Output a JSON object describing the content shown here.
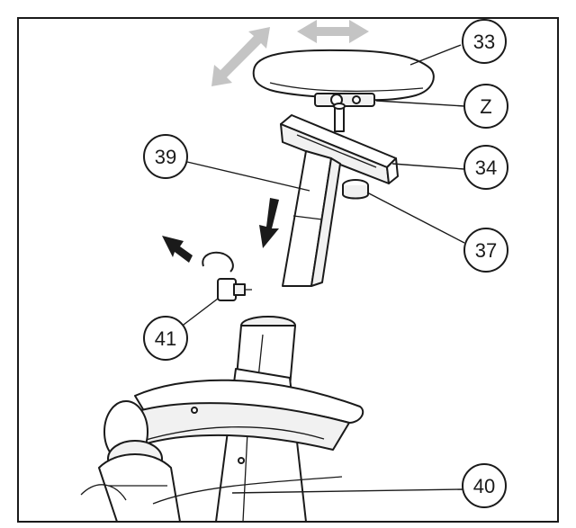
{
  "callouts": {
    "c33": "33",
    "cZ": "Z",
    "c34": "34",
    "c39": "39",
    "c37": "37",
    "c41": "41",
    "c40": "40"
  },
  "colors": {
    "line": "#1a1a1a",
    "adjust_arrow": "#c4c4c4",
    "background": "#ffffff"
  },
  "icons": [
    "seat-icon",
    "seat-slider-icon",
    "seat-post-icon",
    "knob-icon",
    "pop-pin-icon",
    "frame-icon"
  ]
}
